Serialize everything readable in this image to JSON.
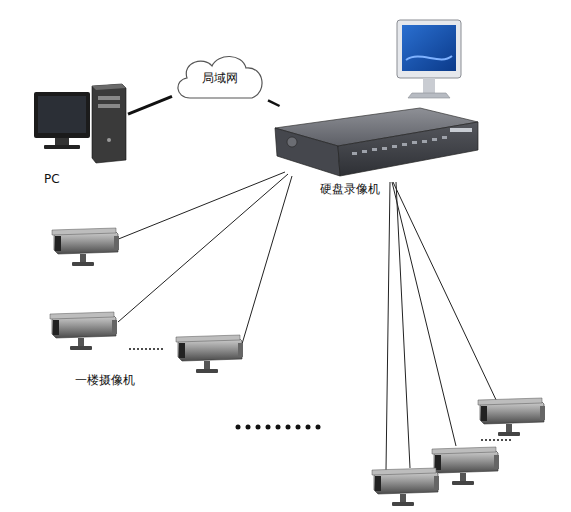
{
  "diagram": {
    "nodes": [
      {
        "text": [
          "PC"
        ]
      },
      {
        "text": [
          "局域网"
        ]
      },
      {
        "text": [
          "硬盘录像机"
        ]
      }
    ],
    "edges": [
      {
        "from": 0,
        "to": 1,
        "arrow": "none"
      },
      {
        "from": 1,
        "to": 2,
        "arrow": "none"
      }
    ],
    "labels": [
      "一楼摄像机"
    ]
  }
}
